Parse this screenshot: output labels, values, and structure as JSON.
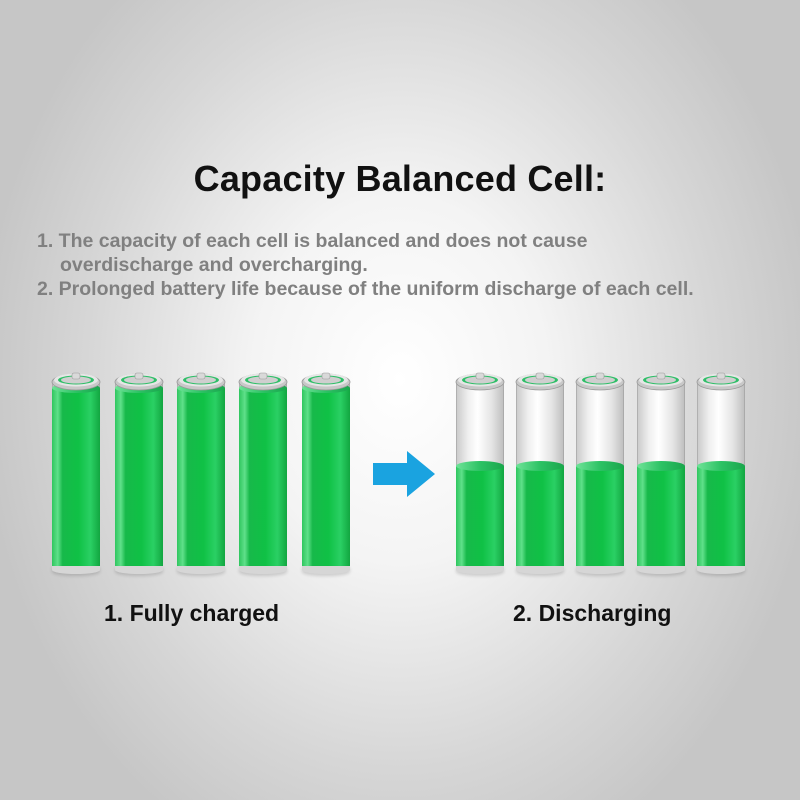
{
  "title": "Capacity Balanced Cell:",
  "description": {
    "line1": "1. The capacity of each cell is balanced and does not cause",
    "line1_cont": "overdischarge and overcharging.",
    "line2": "2. Prolonged battery life because of the uniform discharge of each cell."
  },
  "left_group": {
    "label": "1. Fully charged",
    "fill_percent": [
      100,
      100,
      100,
      100,
      100
    ]
  },
  "right_group": {
    "label": "2. Discharging",
    "fill_percent": [
      57,
      57,
      57,
      57,
      57
    ]
  },
  "arrow_icon": "arrow-right-icon",
  "colors": {
    "battery_green": "#0fc145",
    "arrow_blue": "#1aa3e0",
    "title": "#111111",
    "description": "#808080"
  }
}
